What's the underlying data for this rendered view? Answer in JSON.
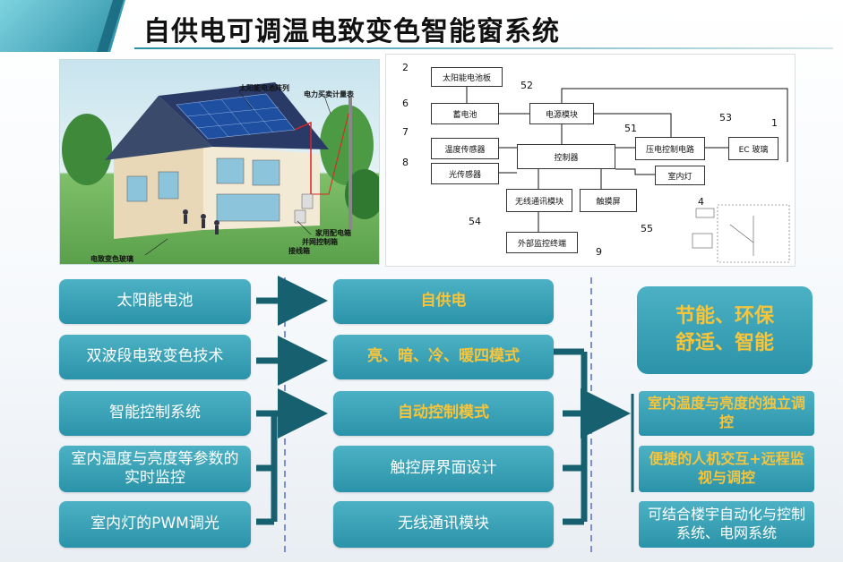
{
  "title": "自供电可调温电致变色智能窗系统",
  "house_labels": {
    "solar_array": "太阳能电池阵列",
    "meter": "电力买卖计量表",
    "distribution": "家用配电箱",
    "grid_box": "并网控制箱",
    "junction": "接线箱",
    "ec_glass": "电致变色玻璃"
  },
  "block_diagram": {
    "boxes": {
      "solar_panel": "太阳能电池板",
      "battery": "蓄电池",
      "power_module": "电源模块",
      "temp_sensor": "温度传感器",
      "light_sensor": "光传感器",
      "controller": "控制器",
      "piezo_ctrl": "压电控制电路",
      "ec_glass": "EC 玻璃",
      "indoor_light": "室内灯",
      "wireless": "无线通讯模块",
      "touch": "触摸屏",
      "remote": "外部监控终端"
    },
    "numbers": {
      "n2": "2",
      "n6": "6",
      "n7": "7",
      "n8": "8",
      "n52": "52",
      "n51": "51",
      "n53": "53",
      "n1": "1",
      "n4": "4",
      "n54": "54",
      "n55": "55",
      "n9": "9"
    }
  },
  "left_column": [
    "太阳能电池",
    "双波段电致变色技术",
    "智能控制系统",
    "室内温度与亮度等参数的实时监控",
    "室内灯的PWM调光"
  ],
  "middle_column": [
    "自供电",
    "亮、暗、冷、暖四模式",
    "自动控制模式",
    "触控屏界面设计",
    "无线通讯模块"
  ],
  "right_big": {
    "line1": "节能、环保",
    "line2": "舒适、智能"
  },
  "right_column": [
    "室内温度与亮度的独立调控",
    "便捷的人机交互+远程监视与调控",
    "可结合楼宇自动化与控制系统、电网系统"
  ],
  "colors": {
    "box": "#2b93a9",
    "highlight_text": "#f7c43a",
    "connector": "#17606f",
    "divider": "#7d8fd1"
  }
}
